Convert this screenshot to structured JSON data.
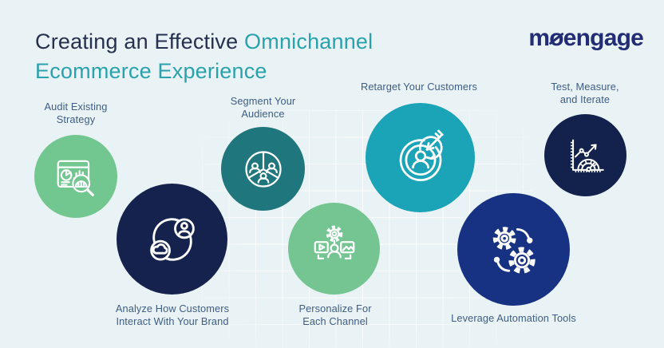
{
  "colors": {
    "background": "#e9f2f4",
    "grid_line": "#ffffff",
    "title_dark": "#26304f",
    "title_accent": "#2aa2ad",
    "label_text": "#3f5d85",
    "logo_navy": "#232d76",
    "green": "#72c68f",
    "teal_dark": "#1f767d",
    "teal_light": "#1ba3b8",
    "navy_dark": "#15224e",
    "navy_bright": "#183283"
  },
  "header": {
    "title_line1_dark": "Creating an Effective",
    "title_line1_accent": " Omnichannel",
    "title_line2_accent": "Ecommerce Experience",
    "logo": {
      "pre": "m",
      "o": "o",
      "post": "engage"
    }
  },
  "steps": [
    {
      "name": "audit-existing-strategy",
      "label_line1": "Audit Existing",
      "label_line2": "Strategy",
      "circle_color": "#72c68f",
      "icon": "audit-report-magnifier-icon"
    },
    {
      "name": "analyze-customer-interactions",
      "label_line1": "Analyze How Customers",
      "label_line2": "Interact With Your Brand",
      "circle_color": "#15224e",
      "icon": "sync-user-cloud-icon"
    },
    {
      "name": "segment-your-audience",
      "label_line1": "Segment Your",
      "label_line2": "Audience",
      "circle_color": "#1f767d",
      "icon": "audience-segments-icon"
    },
    {
      "name": "personalize-for-each-channel",
      "label_line1": "Personalize For",
      "label_line2": "Each Channel",
      "circle_color": "#74c591",
      "icon": "gear-user-channels-icon"
    },
    {
      "name": "retarget-your-customers",
      "label_line1": "Retarget Your Customers",
      "label_line2": "",
      "circle_color": "#1ba3b8",
      "icon": "target-arrow-user-icon"
    },
    {
      "name": "leverage-automation-tools",
      "label_line1": "Leverage Automation Tools",
      "label_line2": "",
      "circle_color": "#183283",
      "icon": "automation-gears-icon"
    },
    {
      "name": "test-measure-iterate",
      "label_line1": "Test, Measure,",
      "label_line2": "and Iterate",
      "circle_color": "#12224d",
      "icon": "chart-gauge-icon"
    }
  ]
}
